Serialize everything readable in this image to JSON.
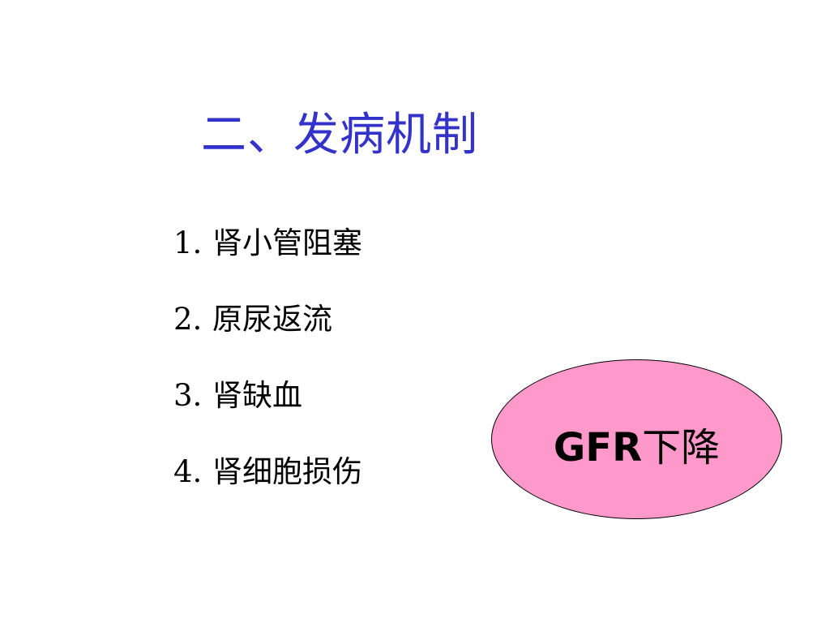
{
  "slide": {
    "title": "二、发病机制",
    "title_color": "#3333cc",
    "mechanisms": [
      {
        "number": "1.",
        "label": "肾小管阻塞"
      },
      {
        "number": "2.",
        "label": "原尿返流"
      },
      {
        "number": "3.",
        "label": "肾缺血"
      },
      {
        "number": "4.",
        "label": "肾细胞损伤"
      }
    ],
    "result": {
      "abbreviation": "GFR",
      "text": "下降",
      "fill_color": "#ff99cc"
    }
  }
}
